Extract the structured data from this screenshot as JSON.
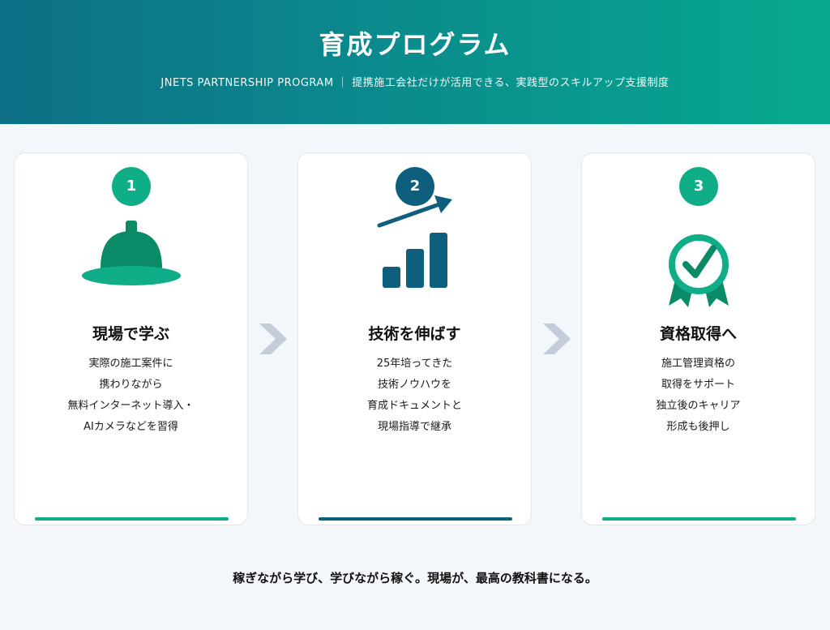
{
  "header": {
    "title": "育成プログラム",
    "subtitle": "JNETS PARTNERSHIP PROGRAM ｜ 提携施工会社だけが活用できる、実践型のスキルアップ支援制度"
  },
  "steps": [
    {
      "number": "1",
      "icon": "hard-hat-icon",
      "title": "現場で学ぶ",
      "lines": [
        "実際の施工案件に",
        "携わりながら",
        "無料インターネット導入・",
        "AIカメラなどを習得"
      ],
      "accent": "#0fae88"
    },
    {
      "number": "2",
      "icon": "growth-chart-icon",
      "title": "技術を伸ばす",
      "lines": [
        "25年培ってきた",
        "技術ノウハウを",
        "育成ドキュメントと",
        "現場指導で継承"
      ],
      "accent": "#0d5f7d"
    },
    {
      "number": "3",
      "icon": "certificate-check-icon",
      "title": "資格取得へ",
      "lines": [
        "施工管理資格の",
        "取得をサポート",
        "独立後のキャリア",
        "形成も後押し"
      ],
      "accent": "#0fae88"
    }
  ],
  "tagline": "稼ぎながら学び、学びながら稼ぐ。現場が、最高の教科書になる。",
  "colors": {
    "header_start": "#0e6f86",
    "header_end": "#07a98e",
    "green": "#0fae88",
    "dark_green": "#0a8a66",
    "blue": "#0d5f7d",
    "arrow": "#c3ccd8"
  }
}
